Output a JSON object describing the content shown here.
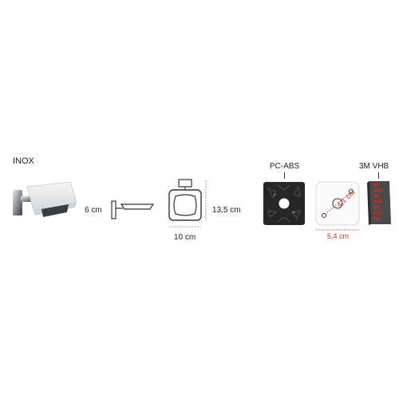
{
  "labels": {
    "inox": "INOX",
    "depth": "6 cm",
    "width": "10 cm",
    "height": "13,5 cm",
    "pc_abs": "PC-ABS",
    "tape": "3M VHB",
    "plate_width": "5,4 cm",
    "hole_distance": "4,1 cm"
  },
  "tape_print": [
    "3M",
    "VHB",
    "3M",
    "VHB",
    "3M",
    "VHB",
    "3M"
  ],
  "colors": {
    "chrome": "#9aa0a6",
    "glass": "#e9ecef",
    "plate": "#262626",
    "tape": "#4a4a4a",
    "accent_red": "#c0392b"
  }
}
